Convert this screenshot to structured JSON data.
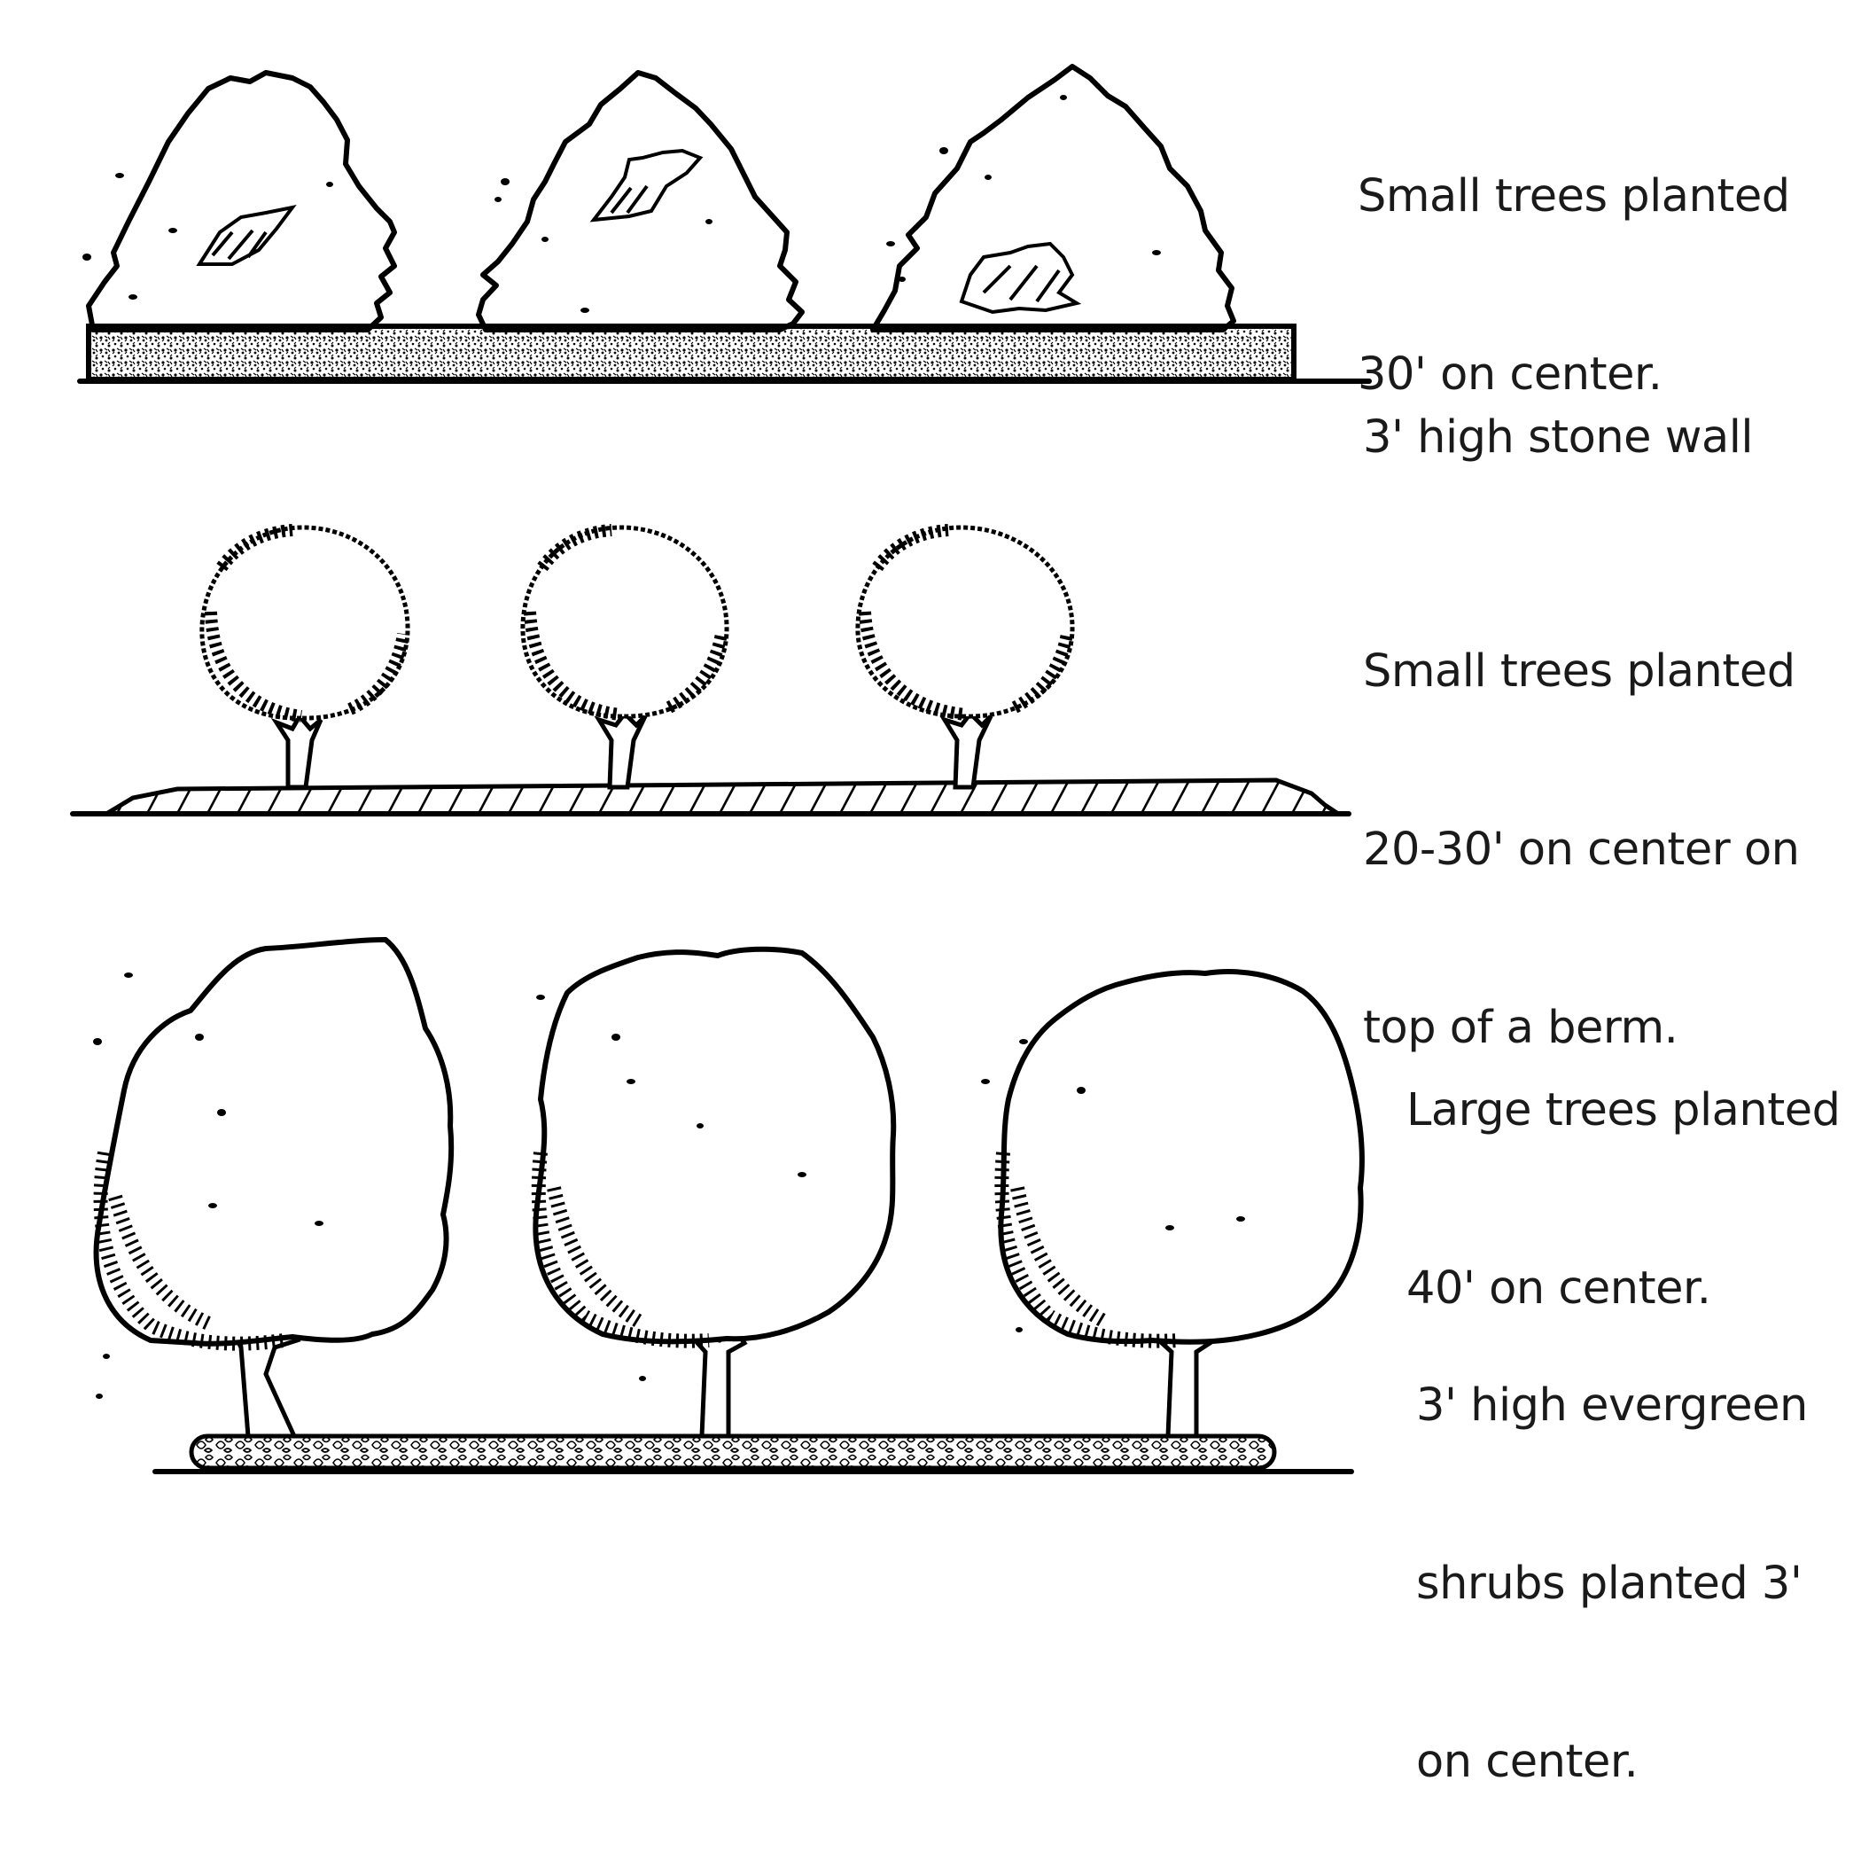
{
  "diagram": {
    "rows": [
      {
        "id": "stone-wall-row",
        "labels": [
          [
            "Small trees planted",
            "30' on center."
          ],
          [
            "3' high stone wall"
          ]
        ]
      },
      {
        "id": "berm-row",
        "labels": [
          [
            "Small trees planted",
            "20-30' on center on",
            "top of a berm."
          ]
        ]
      },
      {
        "id": "shrub-row",
        "labels": [
          [
            "Large trees planted",
            "40' on center."
          ],
          [
            "3' high evergreen",
            "shrubs planted 3'",
            "on center."
          ]
        ]
      }
    ]
  },
  "colors": {
    "ink": "#000000",
    "paper": "#ffffff",
    "text": "#1a1a1a"
  }
}
